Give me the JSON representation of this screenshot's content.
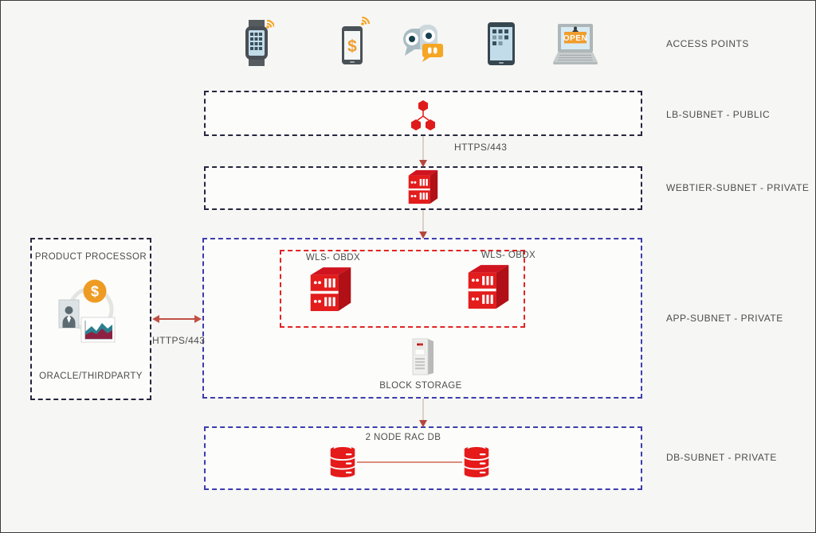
{
  "colors": {
    "background": "#f6f6f4",
    "oracle_red": "#e21c1c",
    "server_side_red": "#b01016",
    "server_top_red": "#cf1420",
    "accent_orange": "#f09d2e",
    "subnet_border_dark": "#262640",
    "subnet_border_blue": "#3d3dae",
    "cluster_border_red": "#e02424",
    "arrow_line": "#dccfc5",
    "arrow_head": "#b5473c",
    "double_arrow": "#c05045",
    "label_text": "#4c4c4c"
  },
  "access_points": {
    "label": "ACCESS POINTS",
    "phone_symbol": "$",
    "laptop_sign": "OPEN",
    "icons": [
      "smartwatch",
      "mobile-phone",
      "chatbot",
      "tablet",
      "laptop"
    ]
  },
  "zones": {
    "lb": {
      "label": "LB-SUBNET - PUBLIC",
      "icon": "load-balancer"
    },
    "webtier": {
      "label": "WEBTIER-SUBNET - PRIVATE",
      "icon": "web-server"
    },
    "app": {
      "label": "APP-SUBNET - PRIVATE",
      "wls_nodes": [
        {
          "label": "WLS- OBDX"
        },
        {
          "label": "WLS- OBDX"
        }
      ],
      "block_storage_label": "BLOCK STORAGE"
    },
    "db": {
      "label": "DB-SUBNET - PRIVATE",
      "title": "2 NODE RAC DB"
    }
  },
  "product_processor": {
    "title": "PRODUCT PROCESSOR",
    "subtitle": "ORACLE/THIRDPARTY",
    "coin_symbol": "$"
  },
  "connections": {
    "lb_to_webtier": "HTTPS/443",
    "processor_to_app": "HTTPS/443"
  }
}
